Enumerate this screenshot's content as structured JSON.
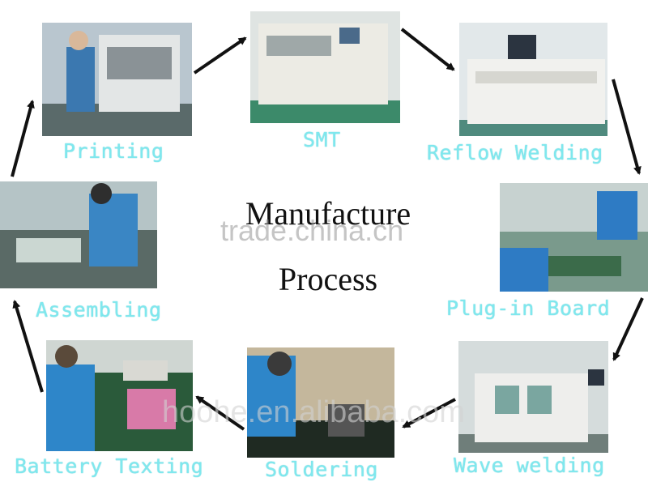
{
  "title": {
    "line1": "Manufacture",
    "line2": "Process"
  },
  "steps": [
    {
      "label": "Printing"
    },
    {
      "label": "SMT"
    },
    {
      "label": "Reflow Welding"
    },
    {
      "label": "Plug-in Board"
    },
    {
      "label": "Wave welding"
    },
    {
      "label": "Soldering"
    },
    {
      "label": "Battery Texting"
    },
    {
      "label": "Assembling"
    }
  ],
  "watermarks": {
    "center": "trade.china.cn",
    "bottom": "hoohe.en.alibaba.com"
  },
  "colors": {
    "label": "#7fe8ee",
    "arrow": "#111111",
    "title": "#111111",
    "watermark": "#9a9a9a"
  }
}
